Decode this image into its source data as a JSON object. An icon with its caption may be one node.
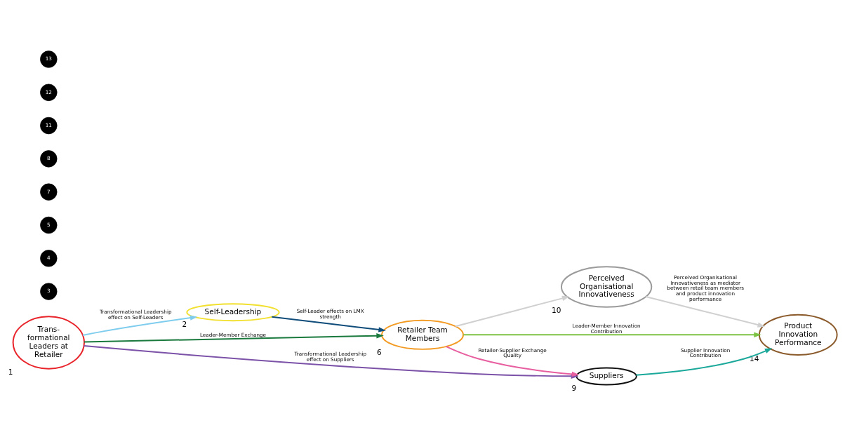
{
  "diagram": {
    "nodes": [
      {
        "text": [
          "Trans- formational Leaders at Retailer"
        ],
        "beside": [
          "1"
        ]
      },
      {
        "text": [
          "Self-Leadership"
        ],
        "beside": [
          "2"
        ]
      },
      {
        "text": [
          "Retailer Team Members"
        ],
        "beside": [
          "6"
        ]
      },
      {
        "text": [
          "Perceived Organisational Innovativeness"
        ],
        "beside": [
          "10"
        ]
      },
      {
        "text": [
          "Product Innovation Performance"
        ],
        "beside": [
          "14"
        ]
      },
      {
        "text": [
          "Suppliers"
        ],
        "beside": [
          "9"
        ]
      }
    ],
    "edges": [
      {
        "from": 0,
        "to": 1,
        "arrow": "to",
        "label": "Transformational Leadership effect on Self-Leaders",
        "color": "#7fcdee"
      },
      {
        "from": 0,
        "to": 2,
        "arrow": "to",
        "label": "Leader-Member Exchange",
        "color": "#1a7a3e"
      },
      {
        "from": 1,
        "to": 2,
        "arrow": "to",
        "label": "Self-Leader effects on LMX strength",
        "color": "#0f4c7a"
      },
      {
        "from": 0,
        "to": 5,
        "arrow": "to",
        "label": "Transformational Leadership effect on Suppliers",
        "color": "#7b52a8"
      },
      {
        "from": 2,
        "to": 5,
        "arrow": "to",
        "label": "Retailer-Supplier Exchange Quality",
        "color": "#e85fa0"
      },
      {
        "from": 2,
        "to": 3,
        "arrow": "to",
        "color": "#d0d0d0"
      },
      {
        "from": 3,
        "to": 4,
        "arrow": "to",
        "label": "Perceived Organisational Innovativeness as mediator between retail team members and product innovation performance",
        "color": "#d0d0d0"
      },
      {
        "from": 2,
        "to": 4,
        "arrow": "to",
        "label": "Leader-Member Innovation Contribution",
        "color": "#7dc242"
      },
      {
        "from": 5,
        "to": 4,
        "arrow": "to",
        "label": "Supplier Innovation Contribution",
        "color": "#1aa89a"
      }
    ],
    "labels": [
      "3",
      "4",
      "5",
      "7",
      "8",
      "11",
      "12",
      "13"
    ]
  }
}
